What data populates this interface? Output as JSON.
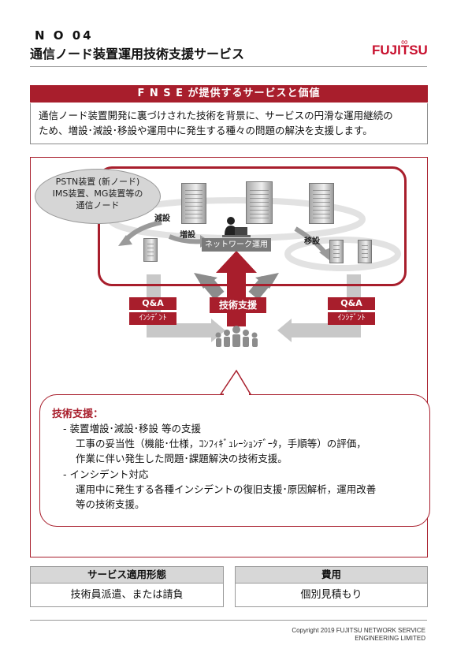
{
  "header": {
    "number": "N O 04",
    "title": "通信ノード装置運用技術支援サービス",
    "logo": "FUJITSU"
  },
  "band": {
    "title": "F N S E が提供するサービスと価値",
    "intro_lines": [
      "通信ノード装置開発に裏づけされた技術を背景に、サービスの円滑な運用継続の",
      "ため、増設･減設･移設や運用中に発生する種々の問題の解決を支援します。"
    ]
  },
  "diagram": {
    "gray_oval_lines": [
      "PSTN装置 (新ノード)",
      "IMS装置、MG装置等の",
      "通信ノード"
    ],
    "label_reduce": "減設",
    "label_add": "増設",
    "label_move": "移設",
    "network_ops": "ネットワーク運用",
    "left_qa": "Q&A",
    "left_incident": "ｲﾝｼﾃﾞﾝﾄ",
    "right_qa": "Q&A",
    "right_incident": "ｲﾝｼﾃﾞﾝﾄ",
    "tech_support": "技術支援",
    "colors": {
      "accent": "#a81e2c",
      "gray_arrow": "#8c8c8c",
      "light_arrow": "#c8c8c8"
    }
  },
  "support": {
    "heading": "技術支援：",
    "lines": [
      "- 装置増設･減設･移設 等の支援",
      "工事の妥当性（機能･仕様，ｺﾝﾌｨｷﾞｭﾚｰｼｮﾝﾃﾞｰﾀ，手順等）の評価，",
      "作業に伴い発生した問題･課題解決の技術支援。",
      "- インシデント対応",
      "運用中に発生する各種インシデントの復旧支援･原因解析，運用改善",
      "等の技術支援。"
    ]
  },
  "tables": {
    "service": {
      "head": "サービス適用形態",
      "body": "技術員派遣、または請負"
    },
    "fee": {
      "head": "費用",
      "body": "個別見積もり"
    }
  },
  "footer": {
    "copyright_lines": [
      "Copyright 2019 FUJITSU NETWORK SERVICE",
      "ENGINEERING LIMITED"
    ]
  }
}
